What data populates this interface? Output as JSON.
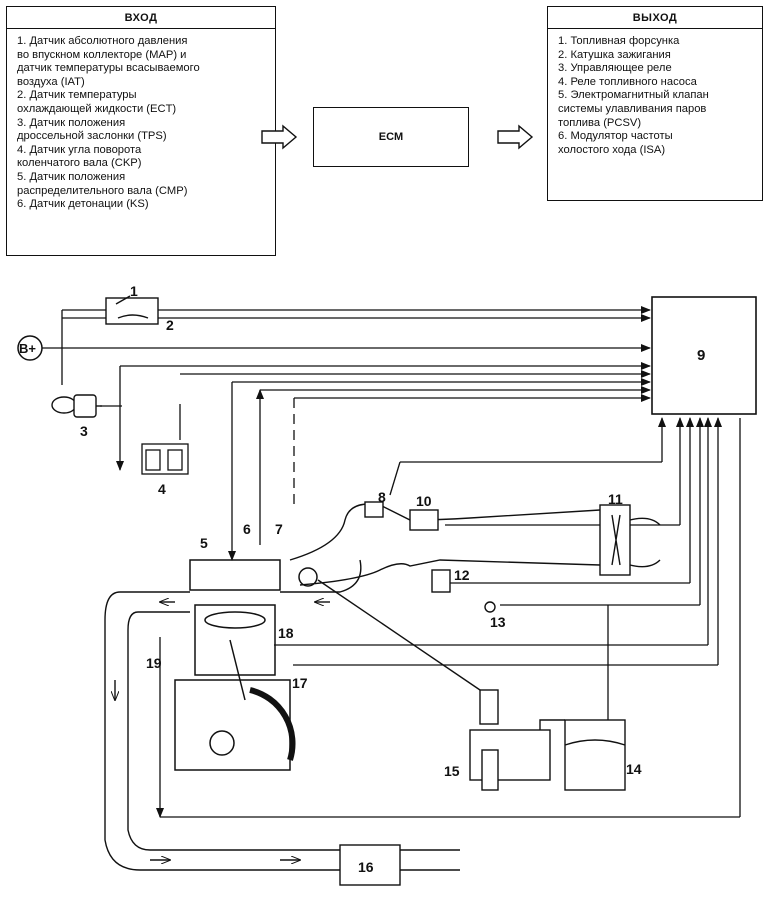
{
  "input": {
    "title": "ВХОД",
    "items": [
      "1. Датчик абсолютного давления\nво впускном коллекторе (MAP) и\nдатчик температуры всасываемого\nвоздуха (IAT)",
      "2. Датчик температуры\nохлаждающей жидкости (ECT)",
      "3. Датчик положения\nдроссельной заслонки (TPS)",
      "4. Датчик угла поворота\nколенчатого вала (CKP)",
      "5. Датчик положения\nраспределительного вала (CMP)",
      "6. Датчик детонации (KS)"
    ]
  },
  "ecm": {
    "label": "ECM"
  },
  "output": {
    "title": "ВЫХОД",
    "items": [
      "1. Топливная форсунка",
      "2. Катушка зажигания",
      "3. Управляющее реле",
      "4. Реле топливного насоса",
      "5. Электромагнитный клапан\nсистемы улавливания паров\nтоплива (PCSV)",
      "6. Модулятор частоты\nхолостого хода (ISA)"
    ]
  },
  "schematic": {
    "battery_label": "B+",
    "ecu_label": "9",
    "callouts": [
      "1",
      "2",
      "3",
      "4",
      "5",
      "6",
      "7",
      "8",
      "10",
      "11",
      "12",
      "13",
      "14",
      "15",
      "16",
      "17",
      "18",
      "19"
    ]
  }
}
